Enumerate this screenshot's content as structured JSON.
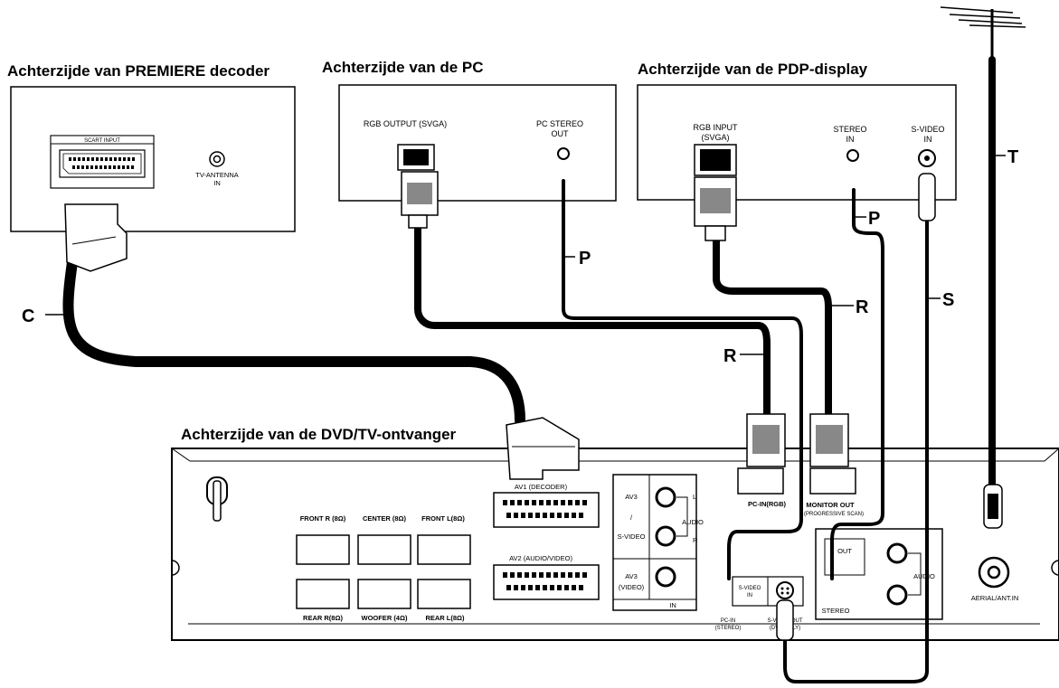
{
  "titles": {
    "premiere": "Achterzijde van PREMIERE decoder",
    "pc": "Achterzijde van de PC",
    "pdp": "Achterzijde van de PDP-display",
    "receiver": "Achterzijde van de DVD/TV-ontvanger"
  },
  "premiere": {
    "scart_input": "SCART INPUT",
    "antenna_line1": "TV-ANTENNA",
    "antenna_line2": "IN"
  },
  "pc": {
    "rgb_output": "RGB OUTPUT (SVGA)",
    "stereo_line1": "PC STEREO",
    "stereo_line2": "OUT"
  },
  "pdp": {
    "rgb_line1": "RGB INPUT",
    "rgb_line2": "(SVGA)",
    "stereo_line1": "STEREO",
    "stereo_line2": "IN",
    "svideo_line1": "S-VIDEO",
    "svideo_line2": "IN"
  },
  "receiver": {
    "front_r": "FRONT R (8Ω)",
    "center": "CENTER (8Ω)",
    "front_l": "FRONT L(8Ω)",
    "rear_r": "REAR R(8Ω)",
    "woofer": "WOOFER (4Ω)",
    "rear_l": "REAR L(8Ω)",
    "av1": "AV1 (DECODER)",
    "av2": "AV2 (AUDIO/VIDEO)",
    "av3_top": "AV3",
    "av3_slash": "/",
    "av3_svideo": "S-VIDEO",
    "av3_bottom": "AV3",
    "av3_video": "(VIDEO)",
    "audio": "AUDIO",
    "l": "L",
    "r": "R",
    "in": "IN",
    "pc_in_rgb": "PC-IN(RGB)",
    "monitor_out": "MONITOR OUT",
    "progressive": "(PROGRESSIVE SCAN)",
    "svideo_in_line1": "S-VIDEO",
    "svideo_in_line2": "IN",
    "pc_in_line1": "PC-IN",
    "pc_in_line2": "(STEREO)",
    "svideo_out_line1": "S-VIDEO OUT",
    "svideo_out_line2": "(DVD ONLY)",
    "out": "OUT",
    "audio2": "AUDIO",
    "stereo": "STEREO",
    "aerial": "AERIAL/ANT.IN"
  },
  "cables": {
    "c": "C",
    "p_pc": "P",
    "p_pdp": "P",
    "r_pdp": "R",
    "r_pc": "R",
    "s": "S",
    "t": "T"
  }
}
